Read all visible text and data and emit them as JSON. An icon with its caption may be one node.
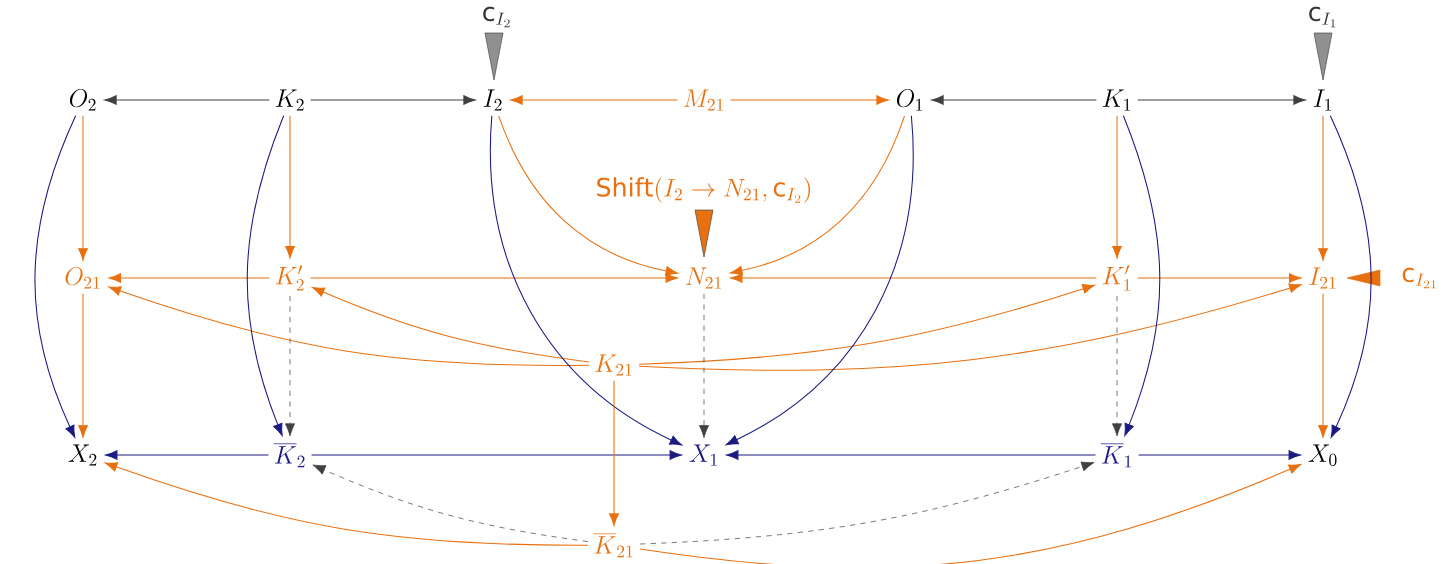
{
  "diagram": {
    "nodes": [
      {
        "text": [
          "O_{2}"
        ]
      },
      {
        "text": [
          "K_{2}"
        ]
      },
      {
        "text": [
          "I_{2}"
        ]
      },
      {
        "text": [
          "M_{21}"
        ]
      },
      {
        "text": [
          "O_{1}"
        ]
      },
      {
        "text": [
          "K_{1}"
        ]
      },
      {
        "text": [
          "I_{1}"
        ]
      },
      {
        "text": [
          "O_{21}"
        ]
      },
      {
        "text": [
          "K'_{2}"
        ]
      },
      {
        "text": [
          "N_{21}"
        ]
      },
      {
        "text": [
          "K'_{1}"
        ]
      },
      {
        "text": [
          "I_{21}"
        ]
      },
      {
        "text": [
          "K_{21}"
        ]
      },
      {
        "text": [
          "X_{2}"
        ]
      },
      {
        "text": [
          "\\overline{K}_{2}"
        ]
      },
      {
        "text": [
          "X_{1}"
        ]
      },
      {
        "text": [
          "\\overline{K}_{1}"
        ]
      },
      {
        "text": [
          "X_{0}"
        ]
      },
      {
        "text": [
          "\\overline{K}_{21}"
        ]
      },
      {
        "text": [
          "\\mathsf{c}_{I_{2}}"
        ]
      },
      {
        "text": [
          "\\mathsf{c}_{I_{1}}"
        ]
      },
      {
        "text": [
          "\\mathsf{Shift}(I_{2} \\to N_{21}, \\mathsf{c}_{I_{2}})"
        ]
      },
      {
        "text": [
          "\\mathsf{c}_{I_{21}}"
        ]
      }
    ],
    "edges": [
      {
        "from": 1,
        "to": 0,
        "arrow": "to",
        "color": "#404040"
      },
      {
        "from": 1,
        "to": 2,
        "arrow": "to",
        "color": "#404040"
      },
      {
        "from": 3,
        "to": 2,
        "arrow": "to"
      },
      {
        "from": 3,
        "to": 4,
        "arrow": "to"
      },
      {
        "from": 5,
        "to": 4,
        "arrow": "to",
        "color": "#404040"
      },
      {
        "from": 5,
        "to": 6,
        "arrow": "to",
        "color": "#404040"
      },
      {
        "from": 0,
        "to": 7,
        "arrow": "to"
      },
      {
        "from": 1,
        "to": 8,
        "arrow": "to"
      },
      {
        "from": 5,
        "to": 10,
        "arrow": "to"
      },
      {
        "from": 6,
        "to": 11,
        "arrow": "to"
      },
      {
        "from": 2,
        "to": 9,
        "arrow": "to"
      },
      {
        "from": 4,
        "to": 9,
        "arrow": "to"
      },
      {
        "from": 8,
        "to": 7,
        "arrow": "to"
      },
      {
        "from": 8,
        "to": 9,
        "arrow": "to"
      },
      {
        "from": 10,
        "to": 9,
        "arrow": "to"
      },
      {
        "from": 10,
        "to": 11,
        "arrow": "to"
      },
      {
        "from": 12,
        "to": 7,
        "arrow": "to"
      },
      {
        "from": 12,
        "to": 8,
        "arrow": "to"
      },
      {
        "from": 12,
        "to": 10,
        "arrow": "to"
      },
      {
        "from": 12,
        "to": 11,
        "arrow": "to"
      },
      {
        "from": 7,
        "to": 13,
        "arrow": "to"
      },
      {
        "from": 11,
        "to": 17,
        "arrow": "to"
      },
      {
        "from": 8,
        "to": 14,
        "arrow": "to",
        "style": "dashed",
        "color": "#404040"
      },
      {
        "from": 9,
        "to": 15,
        "arrow": "to",
        "style": "dashed",
        "color": "#404040"
      },
      {
        "from": 10,
        "to": 16,
        "arrow": "to",
        "style": "dashed",
        "color": "#404040"
      },
      {
        "from": 0,
        "to": 13,
        "arrow": "to",
        "color": "#1a1a80"
      },
      {
        "from": 1,
        "to": 14,
        "arrow": "to",
        "color": "#1a1a80"
      },
      {
        "from": 2,
        "to": 15,
        "arrow": "to",
        "color": "#1a1a80"
      },
      {
        "from": 4,
        "to": 15,
        "arrow": "to",
        "color": "#1a1a80"
      },
      {
        "from": 5,
        "to": 16,
        "arrow": "to",
        "color": "#1a1a80"
      },
      {
        "from": 6,
        "to": 17,
        "arrow": "to",
        "color": "#1a1a80"
      },
      {
        "from": 14,
        "to": 13,
        "arrow": "to",
        "color": "#1a1a80"
      },
      {
        "from": 14,
        "to": 15,
        "arrow": "to",
        "color": "#1a1a80"
      },
      {
        "from": 16,
        "to": 15,
        "arrow": "to",
        "color": "#1a1a80"
      },
      {
        "from": 16,
        "to": 17,
        "arrow": "to",
        "color": "#1a1a80"
      },
      {
        "from": 12,
        "to": 18,
        "arrow": "to"
      },
      {
        "from": 18,
        "to": 13,
        "arrow": "to"
      },
      {
        "from": 18,
        "to": 17,
        "arrow": "to"
      },
      {
        "from": 18,
        "to": 14,
        "arrow": "to",
        "style": "dashed",
        "color": "#404040"
      },
      {
        "from": 18,
        "to": 16,
        "arrow": "to",
        "style": "dashed",
        "color": "#404040"
      }
    ]
  }
}
